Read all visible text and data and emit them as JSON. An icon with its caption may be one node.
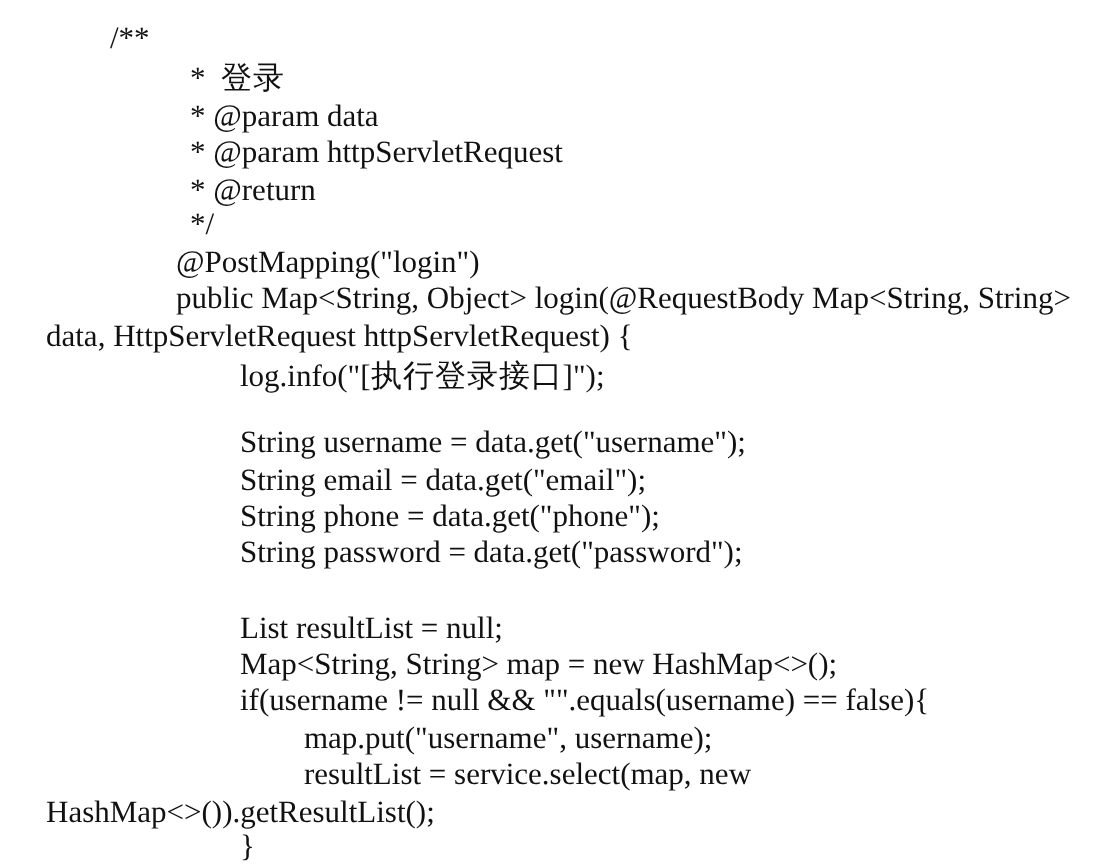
{
  "diagram": {
    "labels": [
      "/**",
      "*  登录",
      "* @param data",
      "* @param httpServletRequest",
      "* @return",
      "*/",
      "@PostMapping(\"login\")",
      "public Map<String, Object> login(@RequestBody Map<String, String> data, HttpServletRequest httpServletRequest) {",
      "log.info(\"[执行登录接口]\");",
      "String username = data.get(\"username\");",
      "String email = data.get(\"email\");",
      "String phone = data.get(\"phone\");",
      "String password = data.get(\"password\");",
      "List resultList = null;",
      "Map<String, String> map = new HashMap<>();",
      "if(username != null && \"\".equals(username) == false){",
      "map.put(\"username\", username);",
      "resultList = service.select(map, new HashMap<>()).getResultList();",
      "}"
    ]
  }
}
